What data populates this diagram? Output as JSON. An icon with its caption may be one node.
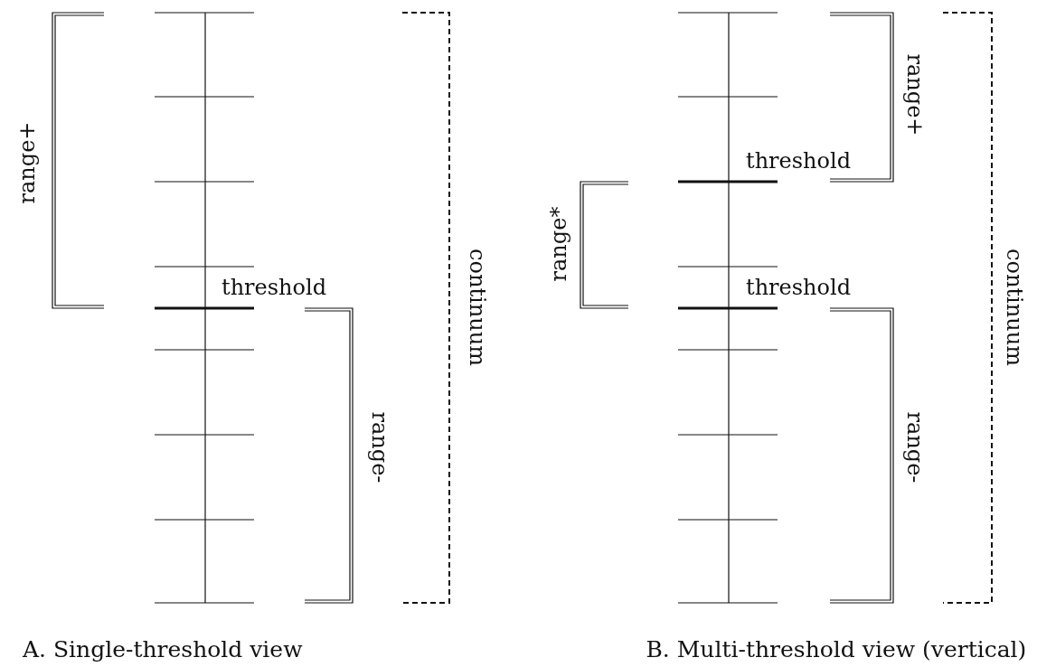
{
  "diagram": {
    "labels": [
      "range+",
      "threshold",
      "range-",
      "continuum",
      "threshold",
      "range+",
      "range*",
      "threshold",
      "range-",
      "continuum",
      "A. Single-threshold view",
      "B. Multi-threshold view (vertical)"
    ]
  }
}
